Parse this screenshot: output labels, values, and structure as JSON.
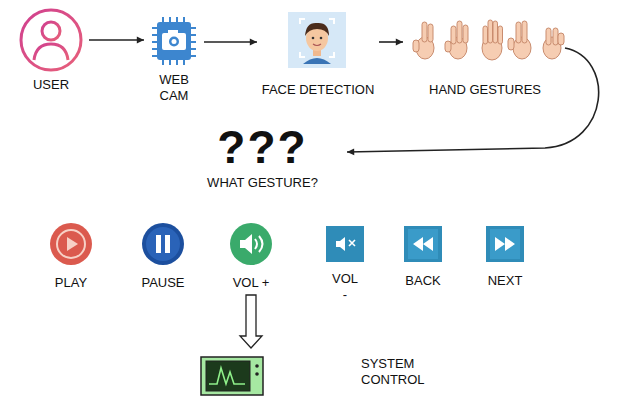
{
  "diagram": {
    "nodes": [
      {
        "text": [
          "USER"
        ]
      },
      {
        "text": [
          "WEB CAM"
        ]
      },
      {
        "text": [
          "FACE DETECTION"
        ]
      },
      {
        "text": [
          "HAND GESTURES"
        ]
      },
      {
        "text": [
          "???",
          "WHAT GESTURE?"
        ]
      },
      {
        "text": [
          "PLAY"
        ]
      },
      {
        "text": [
          "PAUSE"
        ]
      },
      {
        "text": [
          "VOL +"
        ]
      },
      {
        "text": [
          "VOL -"
        ]
      },
      {
        "text": [
          "BACK"
        ]
      },
      {
        "text": [
          "NEXT"
        ]
      },
      {
        "text": [
          "SYSTEM CONTROL"
        ]
      }
    ],
    "edges": [
      {
        "from": 0,
        "to": 1,
        "arrow": "to"
      },
      {
        "from": 1,
        "to": 2,
        "arrow": "to"
      },
      {
        "from": 2,
        "to": 3,
        "arrow": "to"
      },
      {
        "from": 3,
        "to": 4,
        "arrow": "to"
      },
      {
        "from": 7,
        "to": 11,
        "arrow": "to"
      }
    ]
  }
}
